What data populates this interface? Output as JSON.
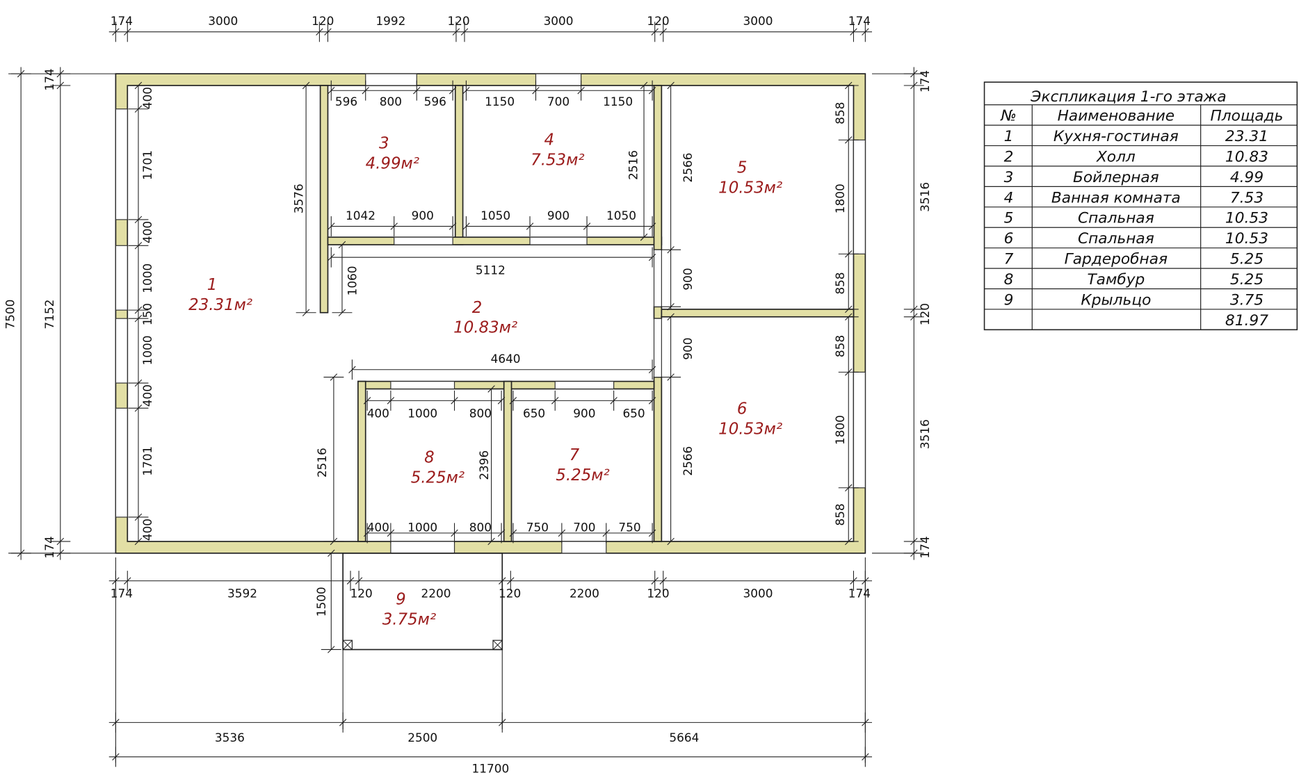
{
  "colors": {
    "wall": "#e2dfa5",
    "room_label": "#9b1c1c",
    "line": "#222222"
  },
  "rooms": [
    {
      "num": "1",
      "area": "23.31м²"
    },
    {
      "num": "2",
      "area": "10.83м²"
    },
    {
      "num": "3",
      "area": "4.99м²"
    },
    {
      "num": "4",
      "area": "7.53м²"
    },
    {
      "num": "5",
      "area": "10.53м²"
    },
    {
      "num": "6",
      "area": "10.53м²"
    },
    {
      "num": "7",
      "area": "5.25м²"
    },
    {
      "num": "8",
      "area": "5.25м²"
    },
    {
      "num": "9",
      "area": "3.75м²"
    }
  ],
  "dims": {
    "top": [
      "174",
      "3000",
      "120",
      "1992",
      "120",
      "3000",
      "120",
      "3000",
      "174"
    ],
    "bottom": [
      "174",
      "3592",
      "120",
      "2200",
      "120",
      "2200",
      "120",
      "3000",
      "174"
    ],
    "porch_depth": "1500",
    "bottom_overall": [
      "3536",
      "2500",
      "5664"
    ],
    "total_width": "11700",
    "left": {
      "total": "7500",
      "inner": "7152",
      "top": "174",
      "bottom": "174"
    },
    "right": [
      "174",
      "3516",
      "120",
      "3516",
      "174"
    ],
    "room1_left": [
      "400",
      "1701",
      "400",
      "1000",
      "150",
      "1000",
      "400",
      "1701",
      "400"
    ],
    "room3": [
      "596",
      "800",
      "596",
      "1042",
      "900",
      "3576",
      "1060"
    ],
    "room4": [
      "1150",
      "700",
      "1150",
      "1050",
      "900",
      "1050",
      "2516"
    ],
    "room5": [
      "2566",
      "858",
      "1800",
      "858",
      "900"
    ],
    "hall": [
      "5112",
      "4640"
    ],
    "room6": [
      "900",
      "858",
      "1800",
      "858",
      "2566"
    ],
    "room8": [
      "400",
      "1000",
      "800",
      "400",
      "1000",
      "800",
      "2396",
      "2516"
    ],
    "room7": [
      "650",
      "900",
      "650",
      "750",
      "700",
      "750"
    ]
  },
  "table": {
    "title": "Экспликация 1-го этажа",
    "headers": [
      "№",
      "Наименование",
      "Площадь"
    ],
    "rows": [
      [
        "1",
        "Кухня-гостиная",
        "23.31"
      ],
      [
        "2",
        "Холл",
        "10.83"
      ],
      [
        "3",
        "Бойлерная",
        "4.99"
      ],
      [
        "4",
        "Ванная комната",
        "7.53"
      ],
      [
        "5",
        "Спальная",
        "10.53"
      ],
      [
        "6",
        "Спальная",
        "10.53"
      ],
      [
        "7",
        "Гардеробная",
        "5.25"
      ],
      [
        "8",
        "Тамбур",
        "5.25"
      ],
      [
        "9",
        "Крыльцо",
        "3.75"
      ]
    ],
    "total": "81.97"
  }
}
